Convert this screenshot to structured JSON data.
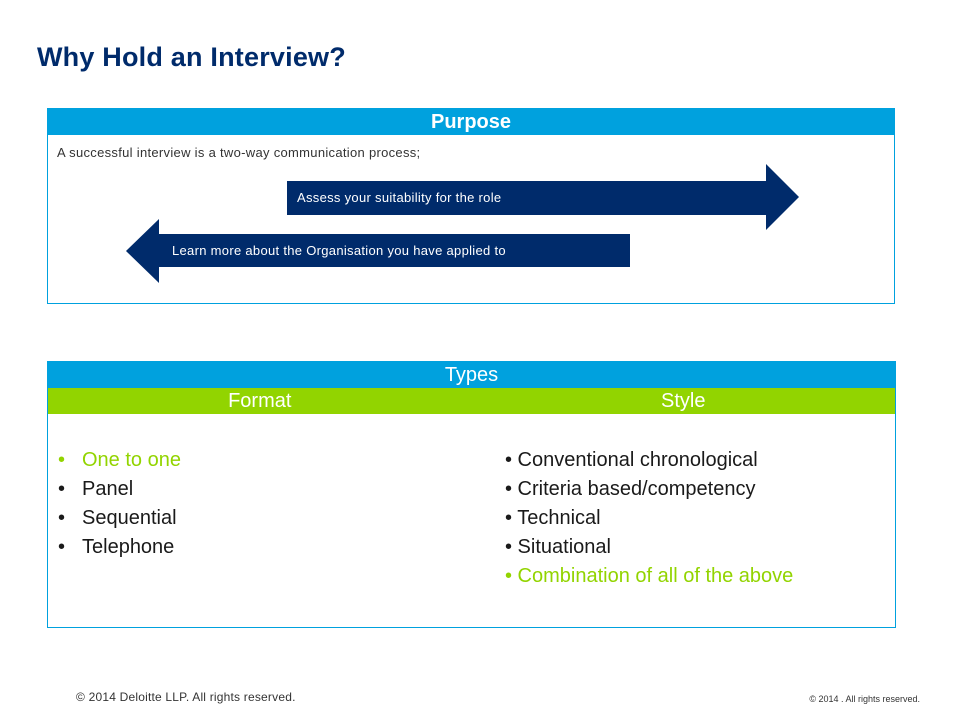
{
  "title": "Why Hold an Interview?",
  "purpose": {
    "header": "Purpose",
    "intro": "A successful interview is a two-way communication process;",
    "arrow_right": "Assess your suitability for the role",
    "arrow_left": "Learn more about the Organisation you have applied to"
  },
  "types": {
    "header": "Types",
    "format_label": "Format",
    "style_label": "Style",
    "bullet": "•",
    "format_items": [
      {
        "text": "One to one",
        "accent": true
      },
      {
        "text": "Panel",
        "accent": false
      },
      {
        "text": "Sequential",
        "accent": false
      },
      {
        "text": "Telephone",
        "accent": false
      }
    ],
    "style_items": [
      {
        "text": "• Conventional chronological",
        "accent": false
      },
      {
        "text": "• Criteria based/competency",
        "accent": false
      },
      {
        "text": "• Technical",
        "accent": false
      },
      {
        "text": "• Situational",
        "accent": false
      },
      {
        "text": "• Combination of all of the above",
        "accent": true
      }
    ]
  },
  "footer": {
    "left": "© 2014 Deloitte LLP. All rights reserved.",
    "right": "© 2014 . All rights reserved."
  },
  "colors": {
    "title": "#002b6b",
    "blue_band": "#00a1de",
    "green_band": "#92d400",
    "arrow": "#002b6b",
    "accent_text": "#92d400"
  }
}
